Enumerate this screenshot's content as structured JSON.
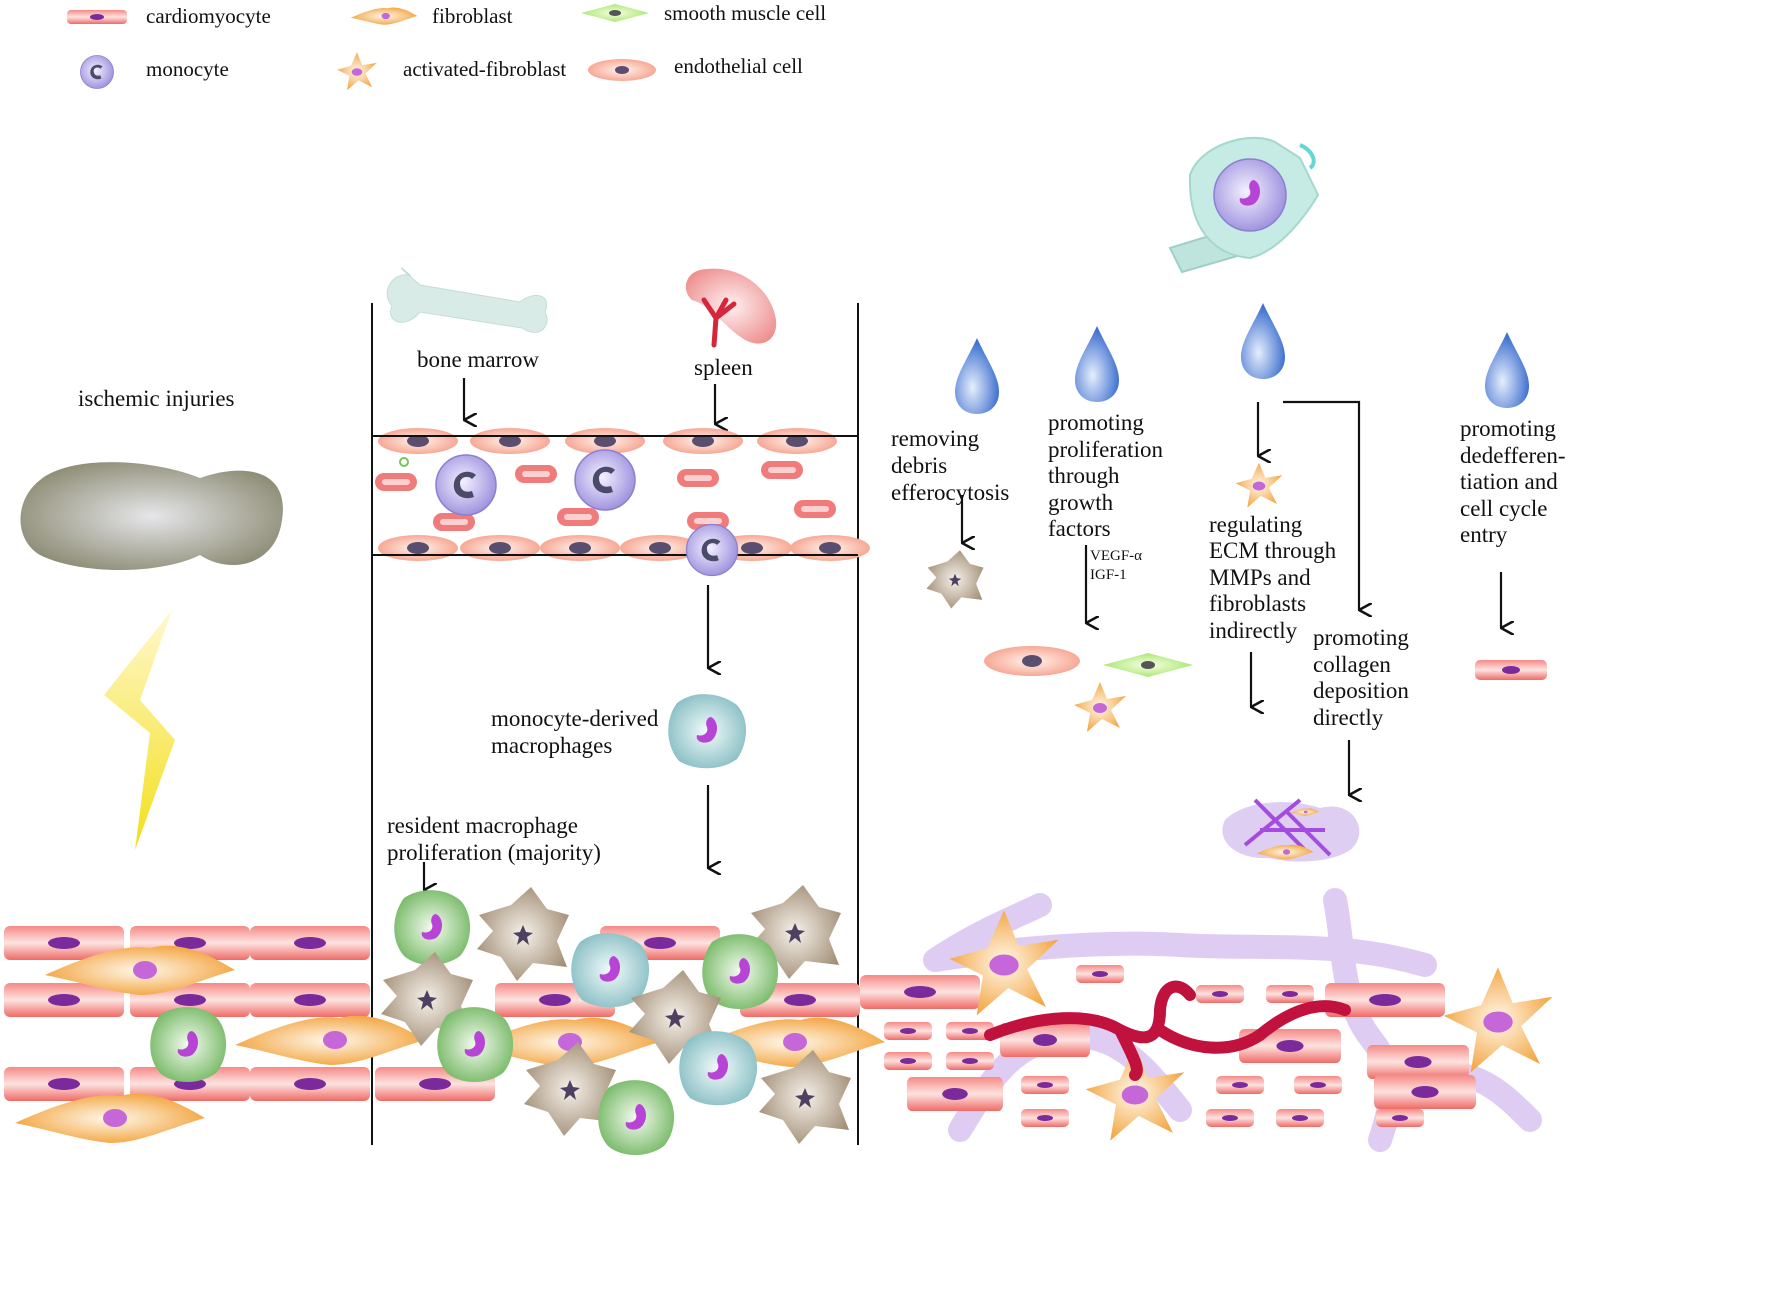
{
  "legend": {
    "cardiomyocyte": "cardiomyocyte",
    "fibroblast": "fibroblast",
    "smooth_muscle_cell": "smooth muscle cell",
    "monocyte": "monocyte",
    "activated_fibroblast": "activated-fibroblast",
    "endothelial_cell": "endothelial cell"
  },
  "left_panel": {
    "title": "ischemic injuries"
  },
  "middle_panel": {
    "bone_marrow": "bone marrow",
    "spleen": "spleen",
    "mdm_line1": "monocyte-derived",
    "mdm_line2": "macrophages",
    "resident_line1": "resident macrophage",
    "resident_line2": "proliferation (majority)"
  },
  "right_panel": {
    "removing": [
      "removing",
      "debris",
      "efferocytosis"
    ],
    "promoting_prolif": [
      "promoting",
      "proliferation",
      "through",
      "growth",
      "factors"
    ],
    "growth_factors": [
      "VEGF-α",
      "IGF-1"
    ],
    "regulating": [
      "regulating",
      "ECM through",
      "MMPs and",
      "fibroblasts",
      "indirectly"
    ],
    "collagen": [
      "promoting",
      "collagen",
      "deposition",
      "directly"
    ],
    "dediff": [
      "promoting",
      "dedefferen-",
      "tiation and",
      "cell cycle",
      "entry"
    ]
  },
  "colors": {
    "cardiomyocyte": "#f2736f",
    "nucleus": "#7b2a9c",
    "fibroblast": "#f4a83a",
    "monocyte": "#a79be0",
    "droplet": "#4f7fd8",
    "macrophage_blue": "#8fc3c8",
    "macrophage_green": "#7fbf6a",
    "macrophage_brown": "#a89379"
  }
}
